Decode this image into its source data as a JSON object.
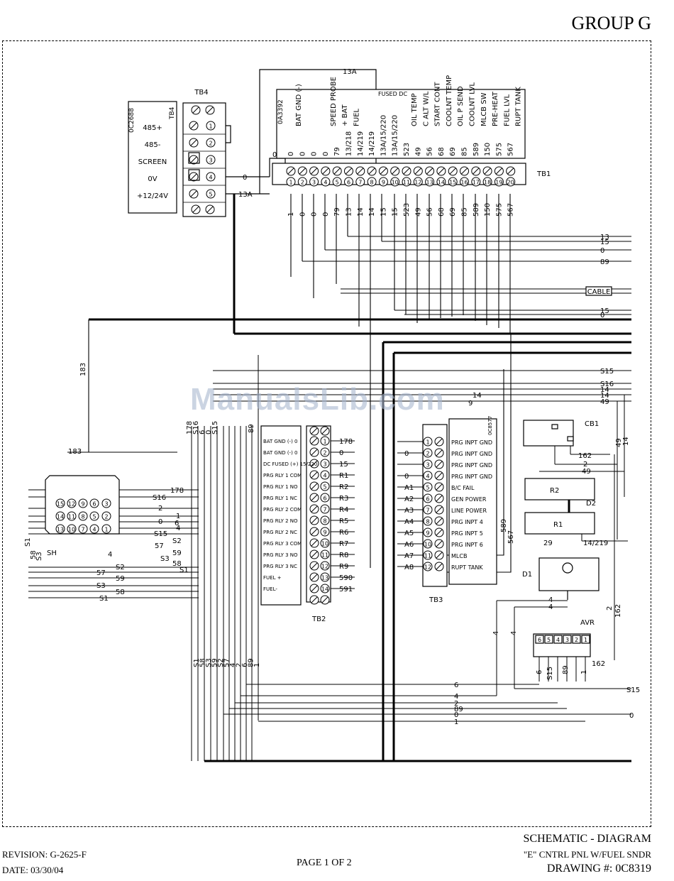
{
  "header": {
    "group_title": "GROUP G"
  },
  "tb4": {
    "label": "TB4",
    "panel_code": "0C2688",
    "panel_tag": "TB4",
    "panel_labels": [
      "485+",
      "485-",
      "SCREEN",
      "0V",
      "+12/24V"
    ],
    "terminals": [
      "1",
      "2",
      "3",
      "4",
      "5"
    ],
    "wires": [
      "0",
      "13A"
    ]
  },
  "tb1": {
    "label": "TB1",
    "panel_code": "0A3392",
    "fused_label": "FUSED DC",
    "col_labels": [
      "0",
      "0",
      "0",
      "0",
      "79",
      "13/218",
      "14/219",
      "14/219",
      "13A/15/220",
      "13A/15/220",
      "523",
      "49",
      "56",
      "68",
      "69",
      "85",
      "589",
      "150",
      "575",
      "567"
    ],
    "col_names": [
      "BAT GND (-)",
      "",
      "",
      "SPEED PROBE",
      "+ BAT",
      "FUEL",
      "",
      "",
      "",
      "",
      "OIL TEMP",
      "C ALT W/L",
      "START CONT",
      "COOLNT TEMP",
      "OIL P SEND",
      "COOLNT LVL",
      "MLCB SW",
      "PRE-HEAT",
      "FUEL LVL",
      "RUPT TANK"
    ],
    "terminals": [
      "1",
      "2",
      "3",
      "4",
      "5",
      "6",
      "7",
      "8",
      "9",
      "10",
      "11",
      "12",
      "13",
      "14",
      "15",
      "16",
      "17",
      "18",
      "19",
      "20"
    ],
    "wire_numbers": [
      "1",
      "0",
      "0",
      "0",
      "79",
      "13",
      "14",
      "14",
      "15",
      "15",
      "523",
      "49",
      "56",
      "68",
      "69",
      "85",
      "589",
      "150",
      "575",
      "567"
    ],
    "top_wire": "13A",
    "zero_wire": "0"
  },
  "right_wires": [
    "13",
    "15",
    "0",
    "89",
    "CABLE",
    "15",
    "0",
    "S15",
    "S16",
    "14",
    "14",
    "49"
  ],
  "cable_label": "CABLE",
  "wire_183": "183",
  "tb2": {
    "label": "TB2",
    "rows": [
      "BAT GND (-) 0",
      "BAT GND (-) 0",
      "DC FUSED (+) 15/220",
      "PRG RLY 1 COM",
      "PRG RLY 1 NO",
      "PRG RLY 1 NC",
      "PRG RLY 2 COM",
      "PRG RLY 2 NO",
      "PRG RLY 2 NC",
      "PRG RLY 3 COM",
      "PRG RLY 3 NO",
      "PRG RLY 3 NC",
      "FUEL +",
      "FUEL-"
    ],
    "terminals": [
      "1",
      "2",
      "3",
      "4",
      "5",
      "6",
      "7",
      "8",
      "9",
      "10",
      "11",
      "12",
      "13",
      "14"
    ],
    "wires": [
      "178",
      "0",
      "15",
      "R1",
      "R2",
      "R3",
      "R4",
      "R5",
      "R6",
      "R7",
      "R8",
      "R9",
      "590",
      "591"
    ]
  },
  "tb3": {
    "label": "TB3",
    "panel_code": "0C8577",
    "rows": [
      "PRG INPT GND",
      "PRG INPT GND",
      "PRG INPT GND",
      "PRG INPT GND",
      "B/C FAIL",
      "GEN POWER",
      "LINE POWER",
      "PRG INPT 4",
      "PRG INPT 5",
      "PRG INPT 6",
      "MLCB",
      "RUPT TANK"
    ],
    "terminals": [
      "1",
      "2",
      "3",
      "4",
      "5",
      "6",
      "7",
      "8",
      "9",
      "10",
      "11",
      "12"
    ],
    "left_wires": [
      "",
      "0",
      "",
      "0",
      "A1",
      "A2",
      "A3",
      "A4",
      "A5",
      "A6",
      "A7",
      "A8"
    ],
    "extra_wires": [
      "589",
      "567"
    ]
  },
  "sh": {
    "label": "SH",
    "pins": [
      "1",
      "2",
      "3",
      "4",
      "5",
      "6",
      "7",
      "8",
      "9",
      "10",
      "11",
      "12",
      "13",
      "14",
      "15"
    ],
    "wires_right": [
      "S16",
      "178",
      "2",
      "1",
      "0",
      "4",
      "S15",
      "S2",
      "57",
      "59",
      "S3",
      "58",
      "S1",
      "6",
      "4",
      "S2",
      "57",
      "59",
      "S3",
      "58",
      "S1"
    ],
    "wire_183": "183",
    "side_labels": [
      "S1",
      "58",
      "S3"
    ],
    "top_labels": [
      "178",
      "S16",
      "6",
      "0",
      "S15"
    ],
    "bundle_bottom": [
      "S1",
      "58",
      "S3",
      "59",
      "S2",
      "57",
      "4",
      "2",
      "6",
      "89",
      "1"
    ],
    "mid_label": "89"
  },
  "cb1": {
    "label": "CB1",
    "wire": "162"
  },
  "r2": {
    "label": "R2",
    "wires": [
      "2",
      "49"
    ]
  },
  "r1": {
    "label": "R1",
    "wires": [
      "29",
      "14/219"
    ]
  },
  "d2": {
    "label": "D2"
  },
  "d1": {
    "label": "D1",
    "wires": [
      "4",
      "4"
    ]
  },
  "avr": {
    "label": "AVR",
    "terminals": [
      "6",
      "5",
      "4",
      "3",
      "2",
      "1"
    ],
    "wires": [
      "6",
      "S15",
      "89",
      "1",
      "162"
    ]
  },
  "vertical_labels": [
    "49",
    "14",
    "2",
    "162",
    "4",
    "4"
  ],
  "bottom_wires": [
    "6",
    "4",
    "2",
    "89",
    "0",
    "1",
    "S15",
    "0"
  ],
  "extra_labels": [
    "14",
    "9"
  ],
  "watermark": "ManualsLib.com",
  "footer": {
    "revision": "REVISION: G-2625-F",
    "date": "DATE: 03/30/04",
    "page": "PAGE 1 OF 2",
    "title": "SCHEMATIC - DIAGRAM",
    "subtitle": "\"E\" CNTRL PNL W/FUEL SNDR",
    "drawing": "DRAWING #: 0C8319"
  }
}
